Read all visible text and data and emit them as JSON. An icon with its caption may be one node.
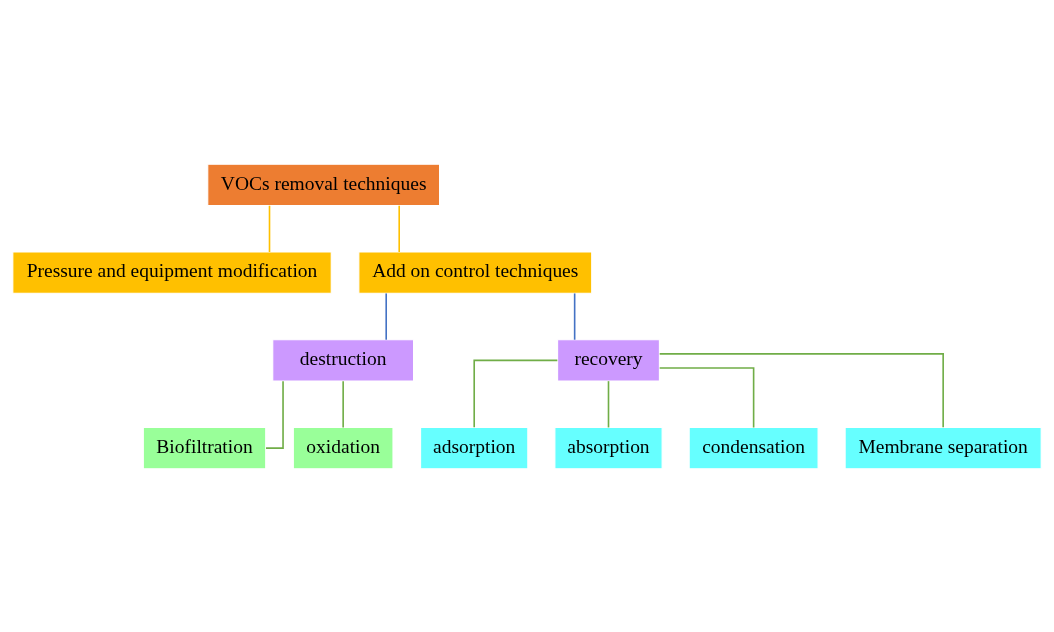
{
  "diagram": {
    "nodes": [
      {
        "text": [
          "VOCs removal techniques"
        ]
      },
      {
        "text": [
          "Pressure and equipment modification"
        ]
      },
      {
        "text": [
          "Add on control techniques"
        ]
      },
      {
        "text": [
          "destruction"
        ]
      },
      {
        "text": [
          "recovery"
        ]
      },
      {
        "text": [
          "Biofiltration"
        ]
      },
      {
        "text": [
          "oxidation"
        ]
      },
      {
        "text": [
          "adsorption"
        ]
      },
      {
        "text": [
          "absorption"
        ]
      },
      {
        "text": [
          "condensation"
        ]
      },
      {
        "text": [
          "Membrane separation"
        ]
      }
    ],
    "edges": [
      {
        "from": 0,
        "to": 1,
        "arrow": "none",
        "color": "#ffc000"
      },
      {
        "from": 0,
        "to": 2,
        "arrow": "none",
        "color": "#ffc000"
      },
      {
        "from": 2,
        "to": 3,
        "arrow": "none",
        "color": "#4472c4"
      },
      {
        "from": 2,
        "to": 4,
        "arrow": "none",
        "color": "#4472c4"
      },
      {
        "from": 3,
        "to": 5,
        "arrow": "none"
      },
      {
        "from": 3,
        "to": 6,
        "arrow": "none"
      },
      {
        "from": 4,
        "to": 7,
        "arrow": "none"
      },
      {
        "from": 4,
        "to": 8,
        "arrow": "none"
      },
      {
        "from": 4,
        "to": 9,
        "arrow": "none"
      },
      {
        "from": 4,
        "to": 10,
        "arrow": "none"
      }
    ]
  }
}
